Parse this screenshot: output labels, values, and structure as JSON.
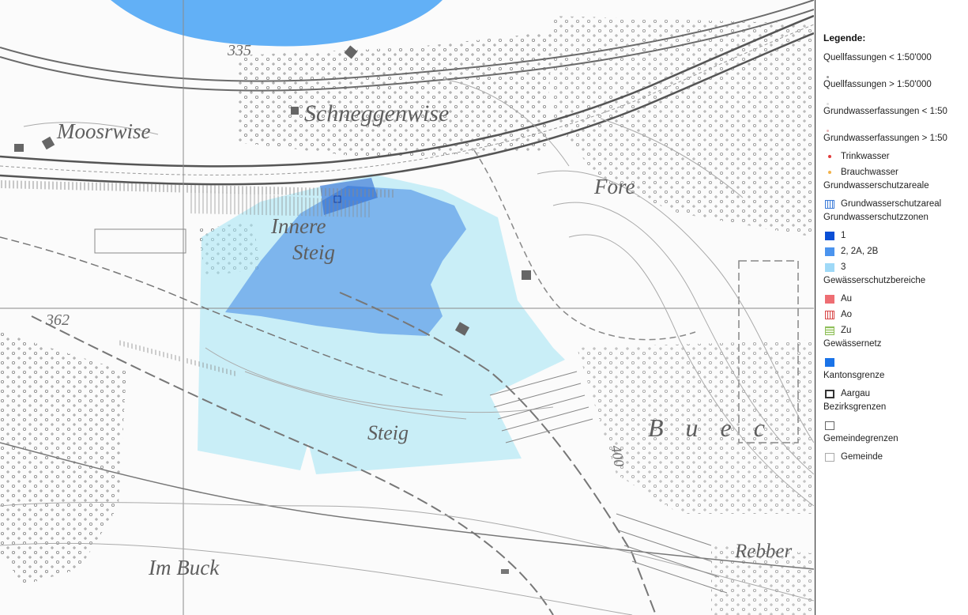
{
  "map": {
    "place_names": {
      "moosrwise": "Moosrwise",
      "schneggenwise": "Schneggenwise",
      "fore": "Fore",
      "innere": "Innere",
      "steig_upper": "Steig",
      "steig_lower": "Steig",
      "buech": "B u e c",
      "im_buck": "Im Buck",
      "rebber": "Rebber"
    },
    "elevations": {
      "e335": "335",
      "e362": "362",
      "e400": "400"
    },
    "zone_colors": {
      "zone_1": "#1f5fd0",
      "zone_2": "#4b8fe6",
      "zone_3": "#a8e6f5",
      "lake": "#62b0f6"
    }
  },
  "legend": {
    "title": "Legende:",
    "quell_lt": "Quellfassungen < 1:50'000",
    "quell_gt": "Quellfassungen > 1:50'000",
    "gw_lt": "Grundwasserfassungen < 1:50",
    "gw_gt": "Grundwasserfassungen > 1:50",
    "trinkwasser": "Trinkwasser",
    "brauchwasser": "Brauchwasser",
    "areale_header": "Grundwasserschutzareale",
    "areal": "Grundwasserschutzareal",
    "zonen_header": "Grundwasserschutzzonen",
    "zone1": "1",
    "zone2": "2, 2A, 2B",
    "zone3": "3",
    "bereiche_header": "Gewässerschutzbereiche",
    "au": "Au",
    "ao": "Ao",
    "zu": "Zu",
    "netz_header": "Gewässernetz",
    "kanton_header": "Kantonsgrenze",
    "aargau": "Aargau",
    "bezirk_header": "Bezirksgrenzen",
    "gemeinde_header": "Gemeindegrenzen",
    "gemeinde": "Gemeinde",
    "colors": {
      "trinkwasser": "#e23b3b",
      "brauchwasser": "#f2b24a",
      "zone1": "#0a4fd6",
      "zone2": "#4b94ee",
      "zone3": "#9fd9f7",
      "au": "#ee6e73",
      "ao": "#d84545",
      "zu": "#8fbf5a",
      "gewaessernetz": "#1a73e8"
    }
  }
}
